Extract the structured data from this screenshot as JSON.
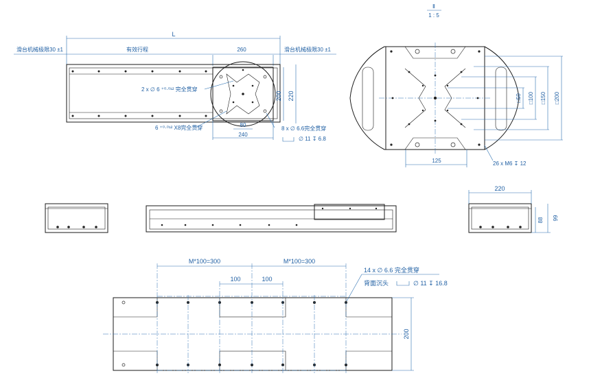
{
  "scale": {
    "top": "Ⅱ",
    "ratio": "1 : 5"
  },
  "top_view": {
    "overall_length": "L",
    "left_limit": "滑台机械极限30 ±1",
    "right_limit": "滑台机械极限30 ±1",
    "effective_travel": "有效行程",
    "carriage_width": "260",
    "dim_220": "220",
    "dim_200": "200",
    "dim_80": "80",
    "dim_240": "240",
    "note_pin_holes": "2 x ∅ 6 ⁺⁰·⁰¹² 完全贯穿",
    "note_pin_holes_b": "6 ⁺⁰·⁰¹² X8完全贯穿",
    "note_holes": "8 x ∅ 6.6完全贯穿",
    "note_counterbore": "∅ 11 ↧ 6.8"
  },
  "detail_view": {
    "dim_125": "125",
    "dim_50": "□50",
    "dim_100": "□100",
    "dim_150": "□150",
    "dim_200": "□200",
    "note_threads": "26 x M6 ↧ 12"
  },
  "end_view": {
    "width": "220",
    "height_88": "88",
    "height_99": "99"
  },
  "base_view": {
    "pitch_left": "M*100=300",
    "pitch_right": "M*100=300",
    "spacing_left": "100",
    "spacing_right": "100",
    "note_holes": "14 x ∅ 6.6 完全贯穿",
    "note_counterbore": "背面沉头",
    "note_counterbore_size": "∅ 11 ↧ 16.8",
    "dim_200": "200"
  }
}
